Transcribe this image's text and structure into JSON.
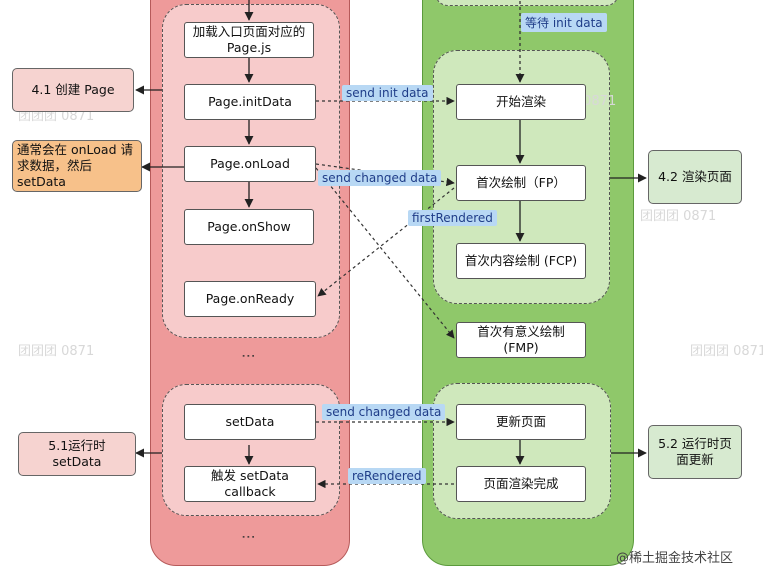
{
  "left_lane": {
    "nodes": {
      "load_page": "加载入口页面对应的 Page.js",
      "init_data": "Page.initData",
      "on_load": "Page.onLoad",
      "on_show": "Page.onShow",
      "on_ready": "Page.onReady",
      "set_data": "setData",
      "set_data_callback": "触发 setData callback"
    }
  },
  "right_lane": {
    "nodes": {
      "start_render": "开始渲染",
      "fp": "首次绘制（FP）",
      "fcp": "首次内容绘制 (FCP)",
      "fmp": "首次有意义绘制 (FMP)",
      "update_page": "更新页面",
      "render_complete": "页面渲染完成"
    }
  },
  "side_boxes": {
    "create_page": "4.1 创建 Page",
    "onload_note": "通常会在 onLoad 请求数据，然后 setData",
    "render_page": "4.2 渲染页面",
    "runtime_setdata": "5.1运行时 setData",
    "runtime_update": "5.2 运行时页面更新"
  },
  "edge_labels": {
    "wait_init": "等待 init data",
    "send_init": "send init data",
    "send_changed_1": "send changed data",
    "first_rendered": "firstRendered",
    "send_changed_2": "send changed data",
    "re_rendered": "reRendered"
  },
  "watermarks": [
    "团团团 0871",
    "团团团 0871",
    "团团团 0871",
    "团团团 0871",
    "团团团 0871"
  ],
  "footer": "@稀土掘金技术社区",
  "colors": {
    "left_lane": "#ee9a9a",
    "right_lane": "#8fc86a",
    "label_bg": "#b8d8f4",
    "label_text": "#1f3d88",
    "side_orange": "#f7c18a"
  }
}
